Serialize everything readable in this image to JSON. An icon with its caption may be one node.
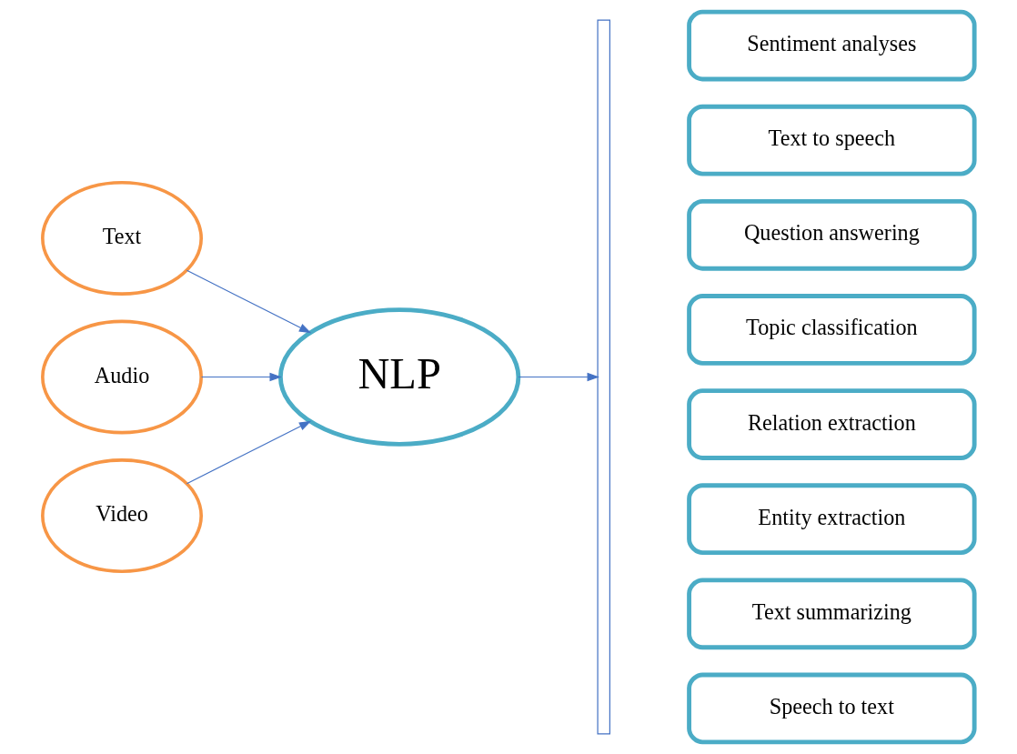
{
  "diagram": {
    "nodes": [
      {
        "text": [
          "Text"
        ]
      },
      {
        "text": [
          "Audio"
        ]
      },
      {
        "text": [
          "Video"
        ]
      },
      {
        "text": [
          "NLP"
        ]
      },
      {
        "text": [],
        "shape": "bracket"
      },
      {
        "text": [
          "Sentiment analyses"
        ]
      },
      {
        "text": [
          "Text to speech"
        ]
      },
      {
        "text": [
          "Question answering"
        ]
      },
      {
        "text": [
          "Topic classification"
        ]
      },
      {
        "text": [
          "Relation extraction"
        ]
      },
      {
        "text": [
          "Entity extraction"
        ]
      },
      {
        "text": [
          "Text summarizing"
        ]
      },
      {
        "text": [
          "Speech to text"
        ]
      }
    ],
    "edges": [
      {
        "from": 0,
        "to": 3,
        "arrow": "to"
      },
      {
        "from": 1,
        "to": 3,
        "arrow": "to"
      },
      {
        "from": 2,
        "to": 3,
        "arrow": "to"
      },
      {
        "from": 3,
        "to": 4,
        "arrow": "to"
      }
    ]
  }
}
